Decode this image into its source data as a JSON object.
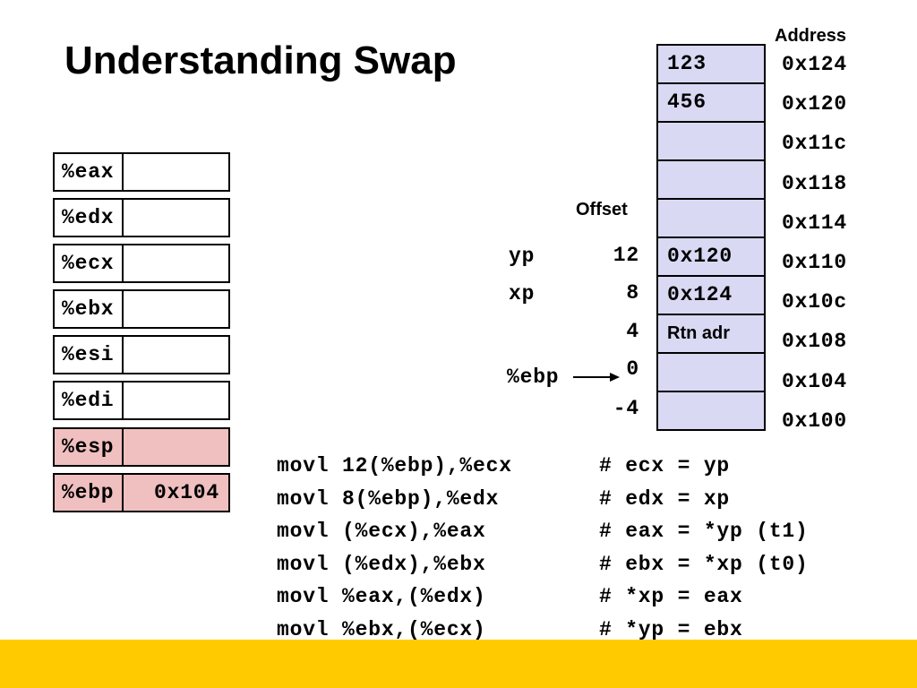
{
  "slide": {
    "title": "Understanding Swap"
  },
  "registers": [
    {
      "name": "%eax"
    },
    {
      "name": "%edx"
    },
    {
      "name": "%ecx"
    },
    {
      "name": "%ebx"
    },
    {
      "name": "%esi"
    },
    {
      "name": "%edi"
    },
    {
      "name": "%esp",
      "highlighted": true
    },
    {
      "name": "%ebp",
      "value": "0x104",
      "highlighted": true
    }
  ],
  "stack": {
    "address_header": "Address",
    "offset_header": "Offset",
    "cells": [
      {
        "address": "0x124",
        "value": "123"
      },
      {
        "address": "0x120",
        "value": "456"
      },
      {
        "address": "0x11c"
      },
      {
        "address": "0x118"
      },
      {
        "address": "0x114"
      },
      {
        "address": "0x110",
        "value": "0x120",
        "offset": "12",
        "label": "yp"
      },
      {
        "address": "0x10c",
        "value": "0x124",
        "offset": "8",
        "label": "xp"
      },
      {
        "address": "0x108",
        "value": "Rtn adr",
        "offset": "4"
      },
      {
        "address": "0x104",
        "offset": "0",
        "label": "%ebp",
        "pointer": "arrow-right-icon"
      },
      {
        "address": "0x100",
        "offset": "-4"
      }
    ]
  },
  "code": [
    {
      "instruction": "movl 12(%ebp),%ecx",
      "comment": "# ecx = yp"
    },
    {
      "instruction": "movl 8(%ebp),%edx",
      "comment": "# edx = xp"
    },
    {
      "instruction": "movl (%ecx),%eax",
      "comment": "# eax = *yp (t1)"
    },
    {
      "instruction": "movl (%edx),%ebx",
      "comment": "# ebx = *xp (t0)"
    },
    {
      "instruction": "movl %eax,(%edx)",
      "comment": "# *xp = eax"
    },
    {
      "instruction": "movl %ebx,(%ecx)",
      "comment": "# *yp = ebx"
    }
  ],
  "colors": {
    "footer_bar": "#FFCB00",
    "register_highlight": "#F0BFBF",
    "memory_cell_fill": "#D9D9F4"
  }
}
